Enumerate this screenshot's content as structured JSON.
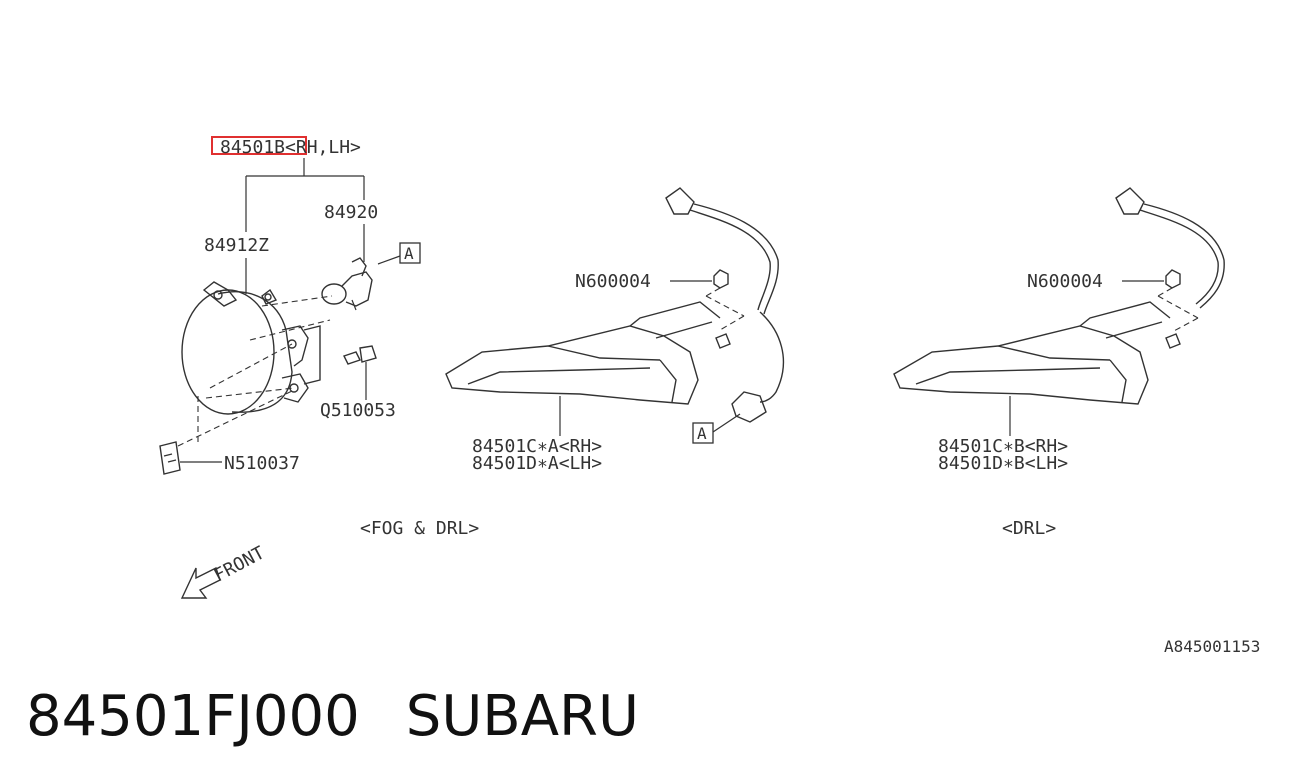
{
  "diagram": {
    "assembly_part": "84501B",
    "assembly_side": "<RH,LH>",
    "housing_part": "84912Z",
    "bulb_part": "84920",
    "ref_marker": "A",
    "screw_part": "Q510053",
    "clip_part": "N510037",
    "nut_part_left": "N600004",
    "nut_part_right": "N600004",
    "drl_fog_rh": "84501C∗A<RH>",
    "drl_fog_lh": "84501D∗A<LH>",
    "drl_rh": "84501C∗B<RH>",
    "drl_lh": "84501D∗B<LH>",
    "group_fog_drl": "<FOG & DRL>",
    "group_drl": "<DRL>",
    "front_label": "FRONT",
    "figure_id": "A845001153",
    "highlight_color": "#e03030"
  },
  "caption": {
    "part_number": "84501FJ000",
    "brand": "SUBARU"
  }
}
